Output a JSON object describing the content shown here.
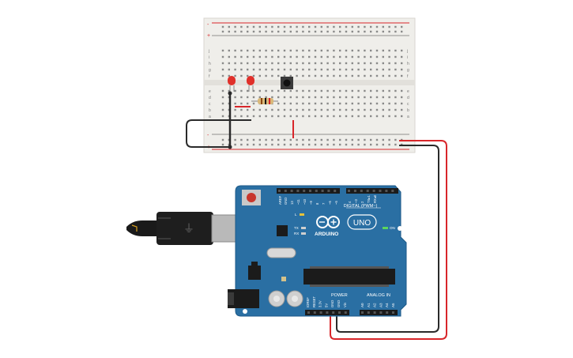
{
  "breadboard": {
    "rail_plus": "+",
    "rail_minus": "-",
    "rows_top": [
      "j",
      "i",
      "h",
      "g",
      "f"
    ],
    "rows_bottom": [
      "e",
      "d",
      "c",
      "b",
      "a"
    ]
  },
  "arduino": {
    "brand": "ARDUINO",
    "model": "UNO",
    "digital_label": "DIGITAL (PWM~)",
    "analog_label": "ANALOG IN",
    "power_label": "POWER",
    "on_label": "ON",
    "led_l": "L",
    "tx": "TX",
    "rx": "RX",
    "analog_pins": [
      "A0",
      "A1",
      "A2",
      "A3",
      "A4",
      "A5"
    ],
    "power_pins": [
      "IOREF",
      "RESET",
      "3.3V",
      "5V",
      "GND",
      "GND",
      "Vin"
    ],
    "digital_pins_top": [
      "AREF",
      "GND",
      "13",
      "~11",
      "~10",
      "~9",
      "8",
      "7",
      "~6",
      "~5",
      "4",
      "~3",
      "2",
      "TX▸1",
      "RX◂0"
    ]
  },
  "colors": {
    "board": "#2a6fa3",
    "breadboard": "#efeeea",
    "wire_red": "#d8262a",
    "wire_black": "#2a2a2a",
    "led": "#e0302a",
    "rail_red": "#d8262a"
  }
}
